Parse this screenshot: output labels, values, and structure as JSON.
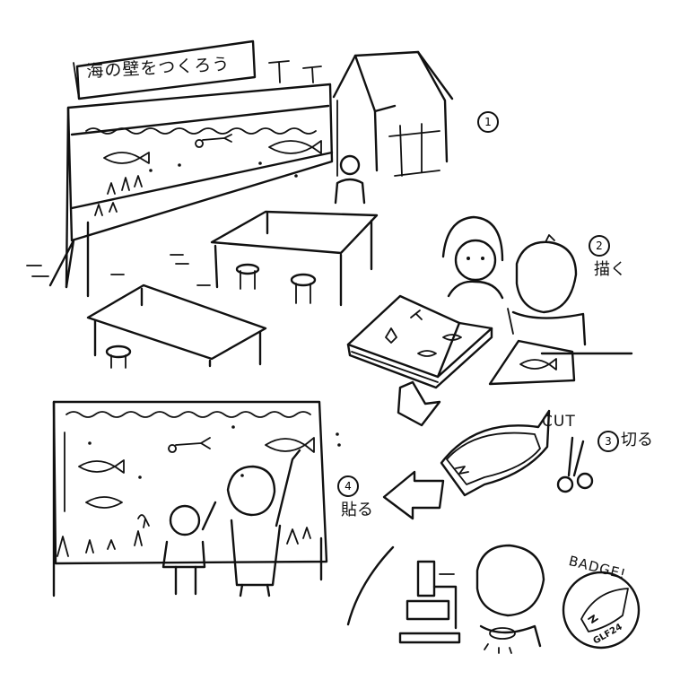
{
  "banner": {
    "text": "海の壁をつくろう"
  },
  "steps": [
    {
      "number": "1",
      "label": ""
    },
    {
      "number": "2",
      "label": "描く"
    },
    {
      "number": "3",
      "label": "切る"
    },
    {
      "number": "4",
      "label": "貼る"
    }
  ],
  "cut_label": "CUT",
  "badge": {
    "title": "BADGE!",
    "code": "GLF24"
  },
  "icons": [
    "tent-icon",
    "table-icon",
    "stool-icon",
    "fish-icon",
    "scissors-icon",
    "arrow-icon",
    "microscope-icon",
    "badge-icon"
  ]
}
